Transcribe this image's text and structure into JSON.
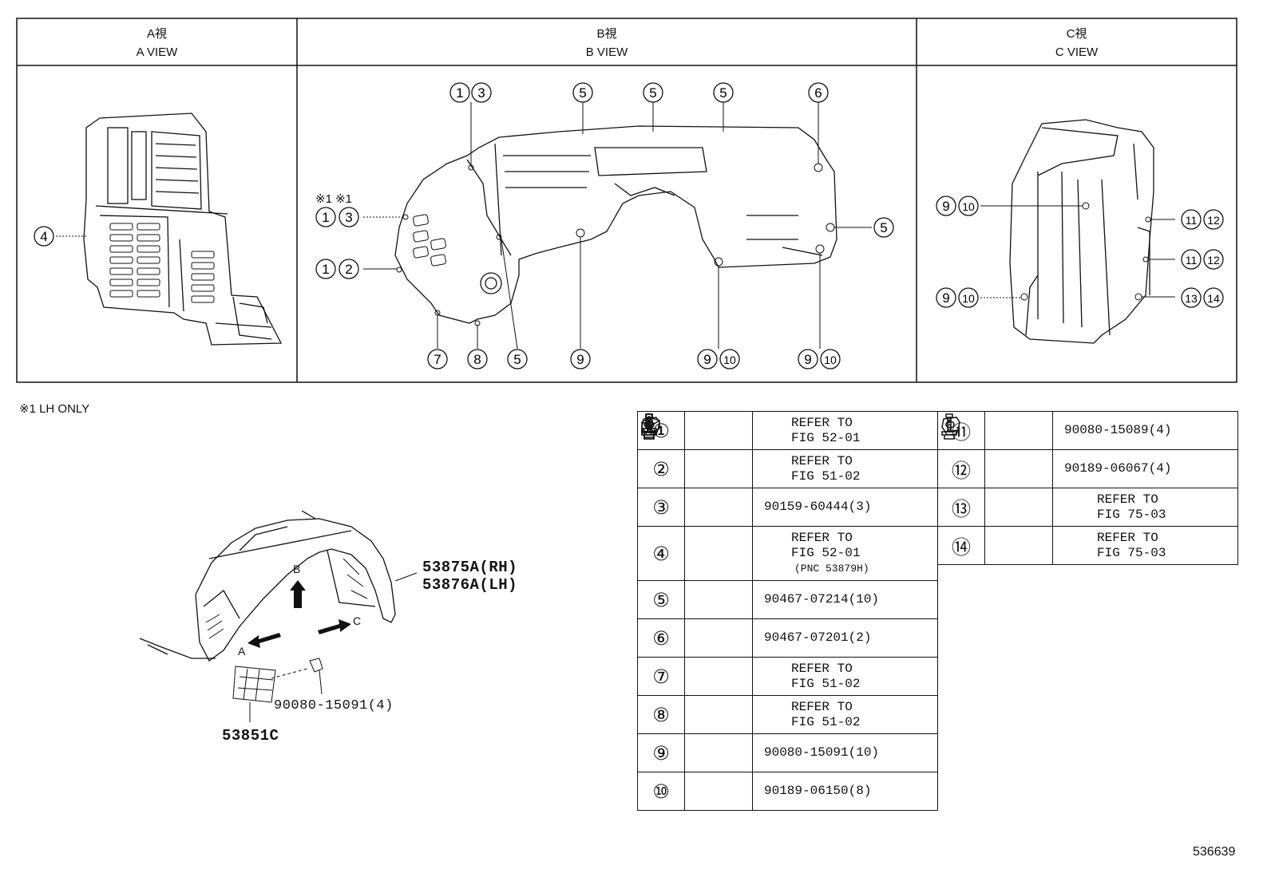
{
  "views": [
    {
      "jp": "A視",
      "en": "A VIEW"
    },
    {
      "jp": "B視",
      "en": "B VIEW"
    },
    {
      "jp": "C視",
      "en": "C VIEW"
    }
  ],
  "notes": {
    "lh_marks": "※1 ※1",
    "lh_only": "※1 LH ONLY"
  },
  "callouts": {
    "a": [
      "4"
    ],
    "b": [
      "1",
      "3",
      "5",
      "5",
      "5",
      "6",
      "1",
      "3",
      "5",
      "1",
      "2",
      "7",
      "8",
      "5",
      "9",
      "9",
      "10",
      "9",
      "10"
    ],
    "c": [
      "9",
      "10",
      "11",
      "12",
      "11",
      "12",
      "9",
      "10",
      "13",
      "14"
    ]
  },
  "assembly": {
    "part_rh": "53875A(RH)",
    "part_lh": "53876A(LH)",
    "part_cover": "53851C",
    "screw": "90080-15091(4)",
    "arrow_a": "A",
    "arrow_b": "B",
    "arrow_c": "C"
  },
  "table_left": [
    {
      "num": "①",
      "lines": [
        "REFER TO",
        "FIG 52-01"
      ],
      "icon": "clip-nut-icon"
    },
    {
      "num": "②",
      "lines": [
        "REFER TO",
        "FIG 51-02"
      ],
      "icon": "screw-icon"
    },
    {
      "num": "③",
      "lines": [
        "90159-60444(3)"
      ],
      "icon": "screw-icon"
    },
    {
      "num": "④",
      "lines": [
        "REFER TO",
        "FIG 52-01",
        "(PNC 53879H)"
      ],
      "icon": "clip-nut-icon"
    },
    {
      "num": "⑤",
      "lines": [
        "90467-07214(10)"
      ],
      "icon": "push-clip-icon"
    },
    {
      "num": "⑥",
      "lines": [
        "90467-07201(2)"
      ],
      "icon": "push-clip-icon"
    },
    {
      "num": "⑦",
      "lines": [
        "REFER TO",
        "FIG 51-02"
      ],
      "icon": "push-clip-icon"
    },
    {
      "num": "⑧",
      "lines": [
        "REFER TO",
        "FIG 51-02"
      ],
      "icon": "screw-icon"
    },
    {
      "num": "⑨",
      "lines": [
        "90080-15091(10)"
      ],
      "icon": "screw-icon"
    },
    {
      "num": "⑩",
      "lines": [
        "90189-06150(8)"
      ],
      "icon": "grommet-nut-icon"
    }
  ],
  "table_right": [
    {
      "num": "⑪",
      "lines": [
        "90080-15089(4)"
      ],
      "icon": "screw-icon"
    },
    {
      "num": "⑫",
      "lines": [
        "90189-06067(4)"
      ],
      "icon": "grommet-nut-icon"
    },
    {
      "num": "⑬",
      "lines": [
        "REFER TO",
        "FIG 75-03"
      ],
      "icon": "screw-icon"
    },
    {
      "num": "⑭",
      "lines": [
        "REFER TO",
        "FIG 75-03"
      ],
      "icon": "grommet-nut-icon"
    }
  ],
  "doc_number": "536639"
}
